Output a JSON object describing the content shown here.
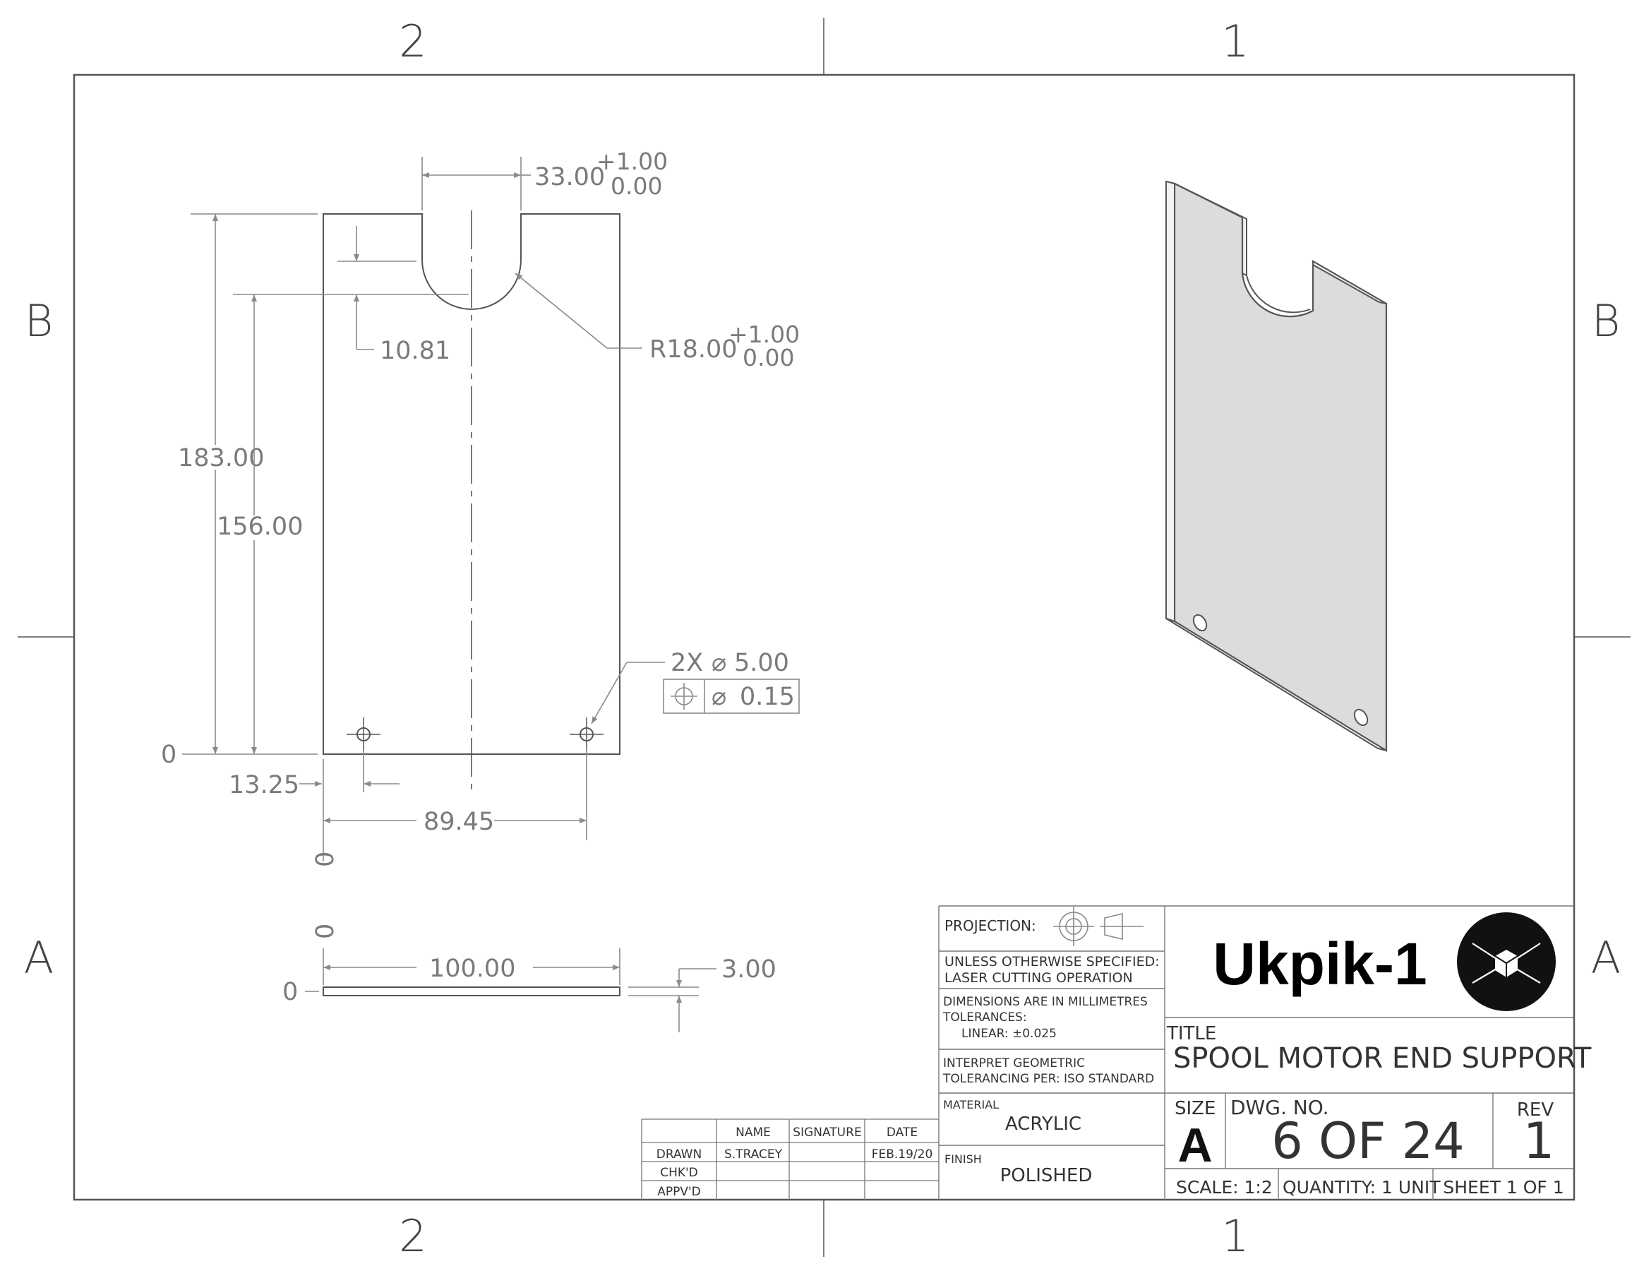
{
  "zones": {
    "top_left": "2",
    "top_right": "1",
    "bottom_left": "2",
    "bottom_right": "1",
    "left_upper": "B",
    "left_lower": "A",
    "right_upper": "B",
    "right_lower": "A"
  },
  "dimensions": {
    "slot_width": "33.00",
    "slot_width_tol_plus": "+1.00",
    "slot_width_tol_minus": "0.00",
    "slot_depth": "10.81",
    "radius": "R18.00",
    "radius_tol_plus": "+1.00",
    "radius_tol_minus": "0.00",
    "height_total": "183.00",
    "height_center": "156.00",
    "origin_y": "0",
    "hole_x": "13.25",
    "hole_spacing": "89.45",
    "origin_x": "0",
    "hole_count": "2X",
    "hole_diameter": "5.00",
    "position_tolerance": "0.15",
    "edge_origin_x": "0",
    "edge_origin_y": "0",
    "width": "100.00",
    "thickness": "3.00"
  },
  "title_block": {
    "projection_label": "PROJECTION:",
    "unless_specified": [
      "UNLESS OTHERWISE SPECIFIED:",
      "LASER CUTTING OPERATION"
    ],
    "dimensions_note": [
      "DIMENSIONS ARE IN MILLIMETRES",
      "TOLERANCES:",
      "LINEAR: ±0.025"
    ],
    "interpret_note": [
      "INTERPRET GEOMETRIC",
      "TOLERANCING PER: ISO STANDARD"
    ],
    "material_label": "MATERIAL",
    "material": "ACRYLIC",
    "finish_label": "FINISH",
    "finish": "POLISHED",
    "company": "Ukpik-1",
    "title_label": "TITLE",
    "title": "SPOOL MOTOR END SUPPORT",
    "size_label": "SIZE",
    "size": "A",
    "dwg_no_label": "DWG.  NO.",
    "dwg_no": "6 OF 24",
    "rev_label": "REV",
    "rev": "1",
    "scale": "SCALE: 1:2",
    "quantity": "QUANTITY: 1 UNIT",
    "sheet": "SHEET 1 OF 1"
  },
  "signoff_table": {
    "headers": [
      "NAME",
      "SIGNATURE",
      "DATE"
    ],
    "rows": [
      {
        "role": "DRAWN",
        "name": "S.TRACEY",
        "signature": "",
        "date": "FEB.19/20"
      },
      {
        "role": "CHK'D",
        "name": "",
        "signature": "",
        "date": ""
      },
      {
        "role": "APPV'D",
        "name": "",
        "signature": "",
        "date": ""
      }
    ]
  },
  "colors": {
    "line": "#555555",
    "dimension": "#8a8a8a",
    "iso_face": "#d9d9d9",
    "logo": "#111111"
  }
}
